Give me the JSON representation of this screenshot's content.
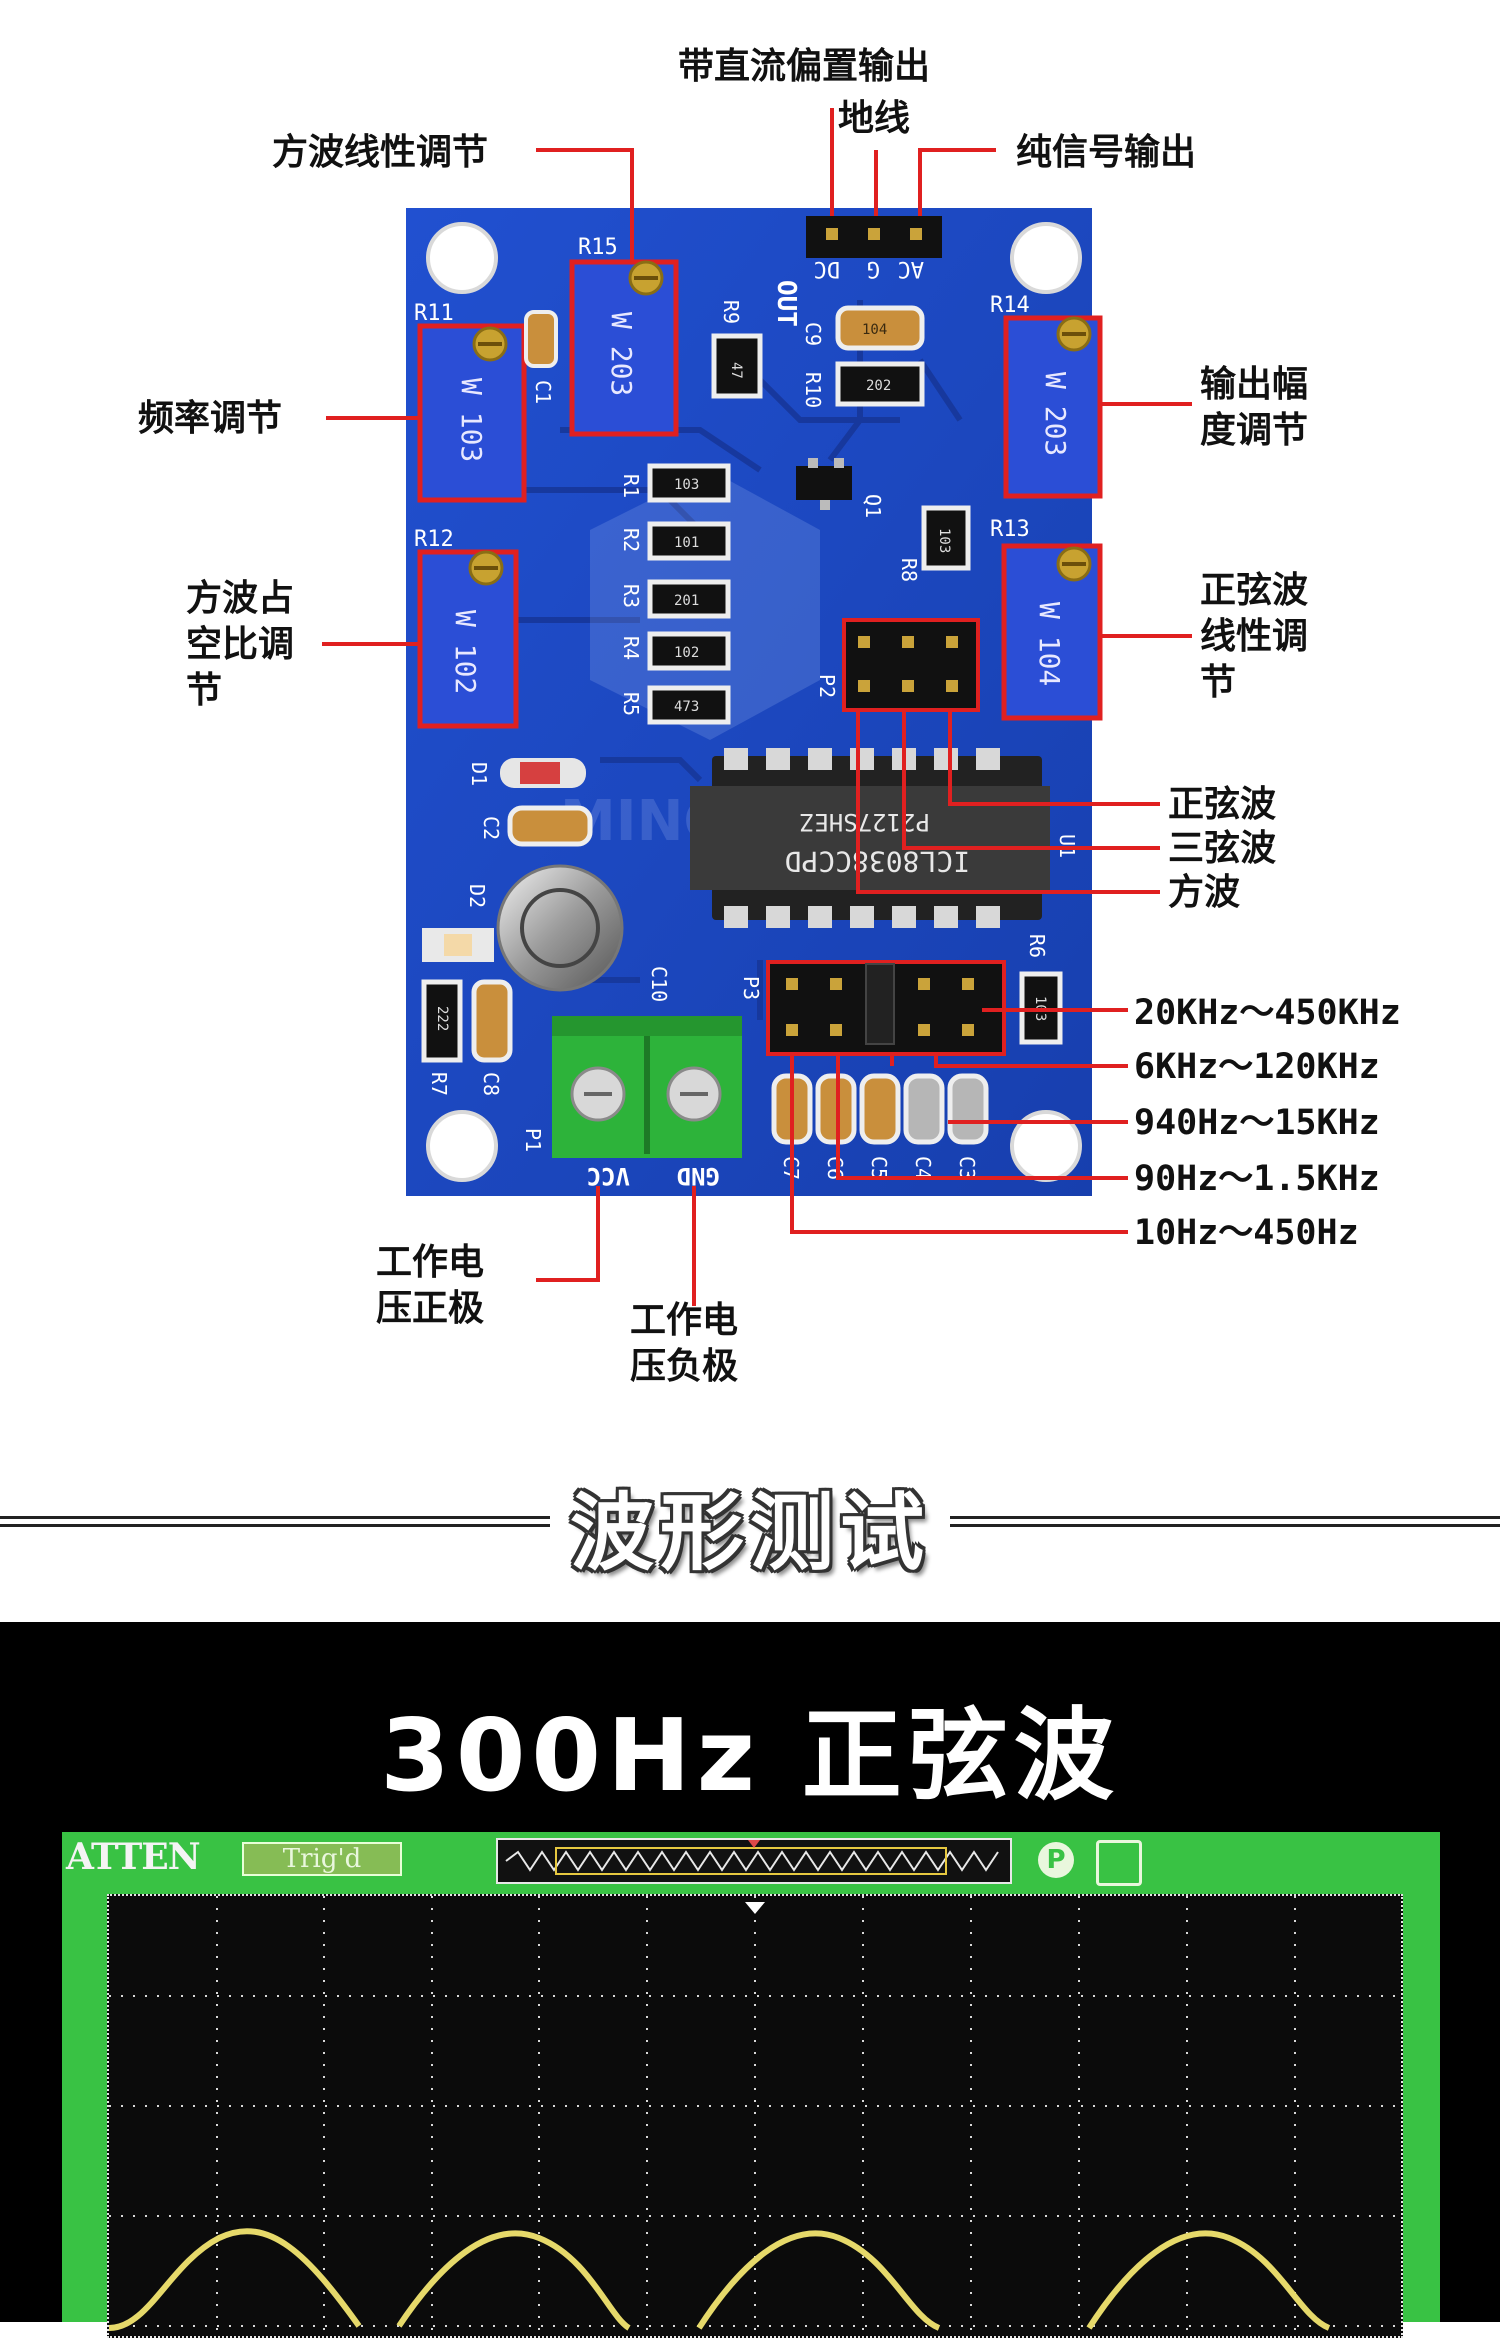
{
  "board": {
    "out_label": "OUT",
    "header_pins": [
      "DC",
      "G",
      "AC"
    ],
    "pot_refs": {
      "r11": "R11",
      "r12": "R12",
      "r13": "R13",
      "r14": "R14",
      "r15": "R15"
    },
    "pot_codes": {
      "r11": "W 103",
      "r12": "W 102",
      "r13": "W 104",
      "r14": "W 203",
      "r15": "W 203"
    },
    "refs": {
      "r9": "R9",
      "c9": "C9",
      "r10": "R10",
      "q1": "Q1",
      "r8": "R8",
      "r1": "R1",
      "r2": "R2",
      "r3": "R3",
      "r4": "R4",
      "r5": "R5",
      "p2": "P2",
      "c1": "C1",
      "d1": "D1",
      "c2": "C2",
      "d2": "D2",
      "u1": "U1",
      "c10": "C10",
      "p3": "P3",
      "r6": "R6",
      "r7": "R7",
      "c8": "C8",
      "p1": "P1",
      "c7": "C7",
      "c6": "C6",
      "c5": "C5",
      "c4": "C4",
      "c3": "C3"
    },
    "chip_line1": "P2127SHEZ",
    "chip_line2": "ICL8038CCPD",
    "terminal_labels": [
      "VCC",
      "GND"
    ],
    "smd_codes": {
      "r9": "47",
      "r10": "202",
      "r8": "103",
      "r1": "103",
      "r2": "101",
      "r3": "201",
      "r4": "102",
      "r5": "473",
      "r7": "222",
      "r6": "103",
      "c9": "104"
    }
  },
  "labels": {
    "dc_bias_out": "带直流偏置输出",
    "ground": "地线",
    "pure_signal_out": "纯信号输出",
    "square_linearity": "方波线性调节",
    "frequency_adjust": "频率调节",
    "output_amplitude": [
      "输出幅",
      "度调节"
    ],
    "duty_cycle": [
      "方波占",
      "空比调",
      "节"
    ],
    "sine_linearity": [
      "正弦波",
      "线性调",
      "节"
    ],
    "sine_wave": "正弦波",
    "triangle_wave": "三弦波",
    "square_wave": "方波",
    "freq_ranges": [
      "20KHz～450KHz",
      "6KHz～120KHz",
      "940Hz～15KHz",
      "90Hz～1.5KHz",
      "10Hz～450Hz"
    ],
    "vcc_positive": [
      "工作电",
      "压正极"
    ],
    "gnd_negative": [
      "工作电",
      "压负极"
    ]
  },
  "section_title": "波形测试",
  "scope": {
    "caption": "300Hz 正弦波",
    "brand": "ATTEN",
    "trigger_status": "Trig'd",
    "p_marker": "P"
  },
  "colors": {
    "pcb": "#1e4fc4",
    "pot_body": "#2b4ed6",
    "pot_border": "#e02020",
    "leader_line": "#e02020",
    "scope_bg": "#39c244",
    "waveform": "#e6d96a"
  }
}
